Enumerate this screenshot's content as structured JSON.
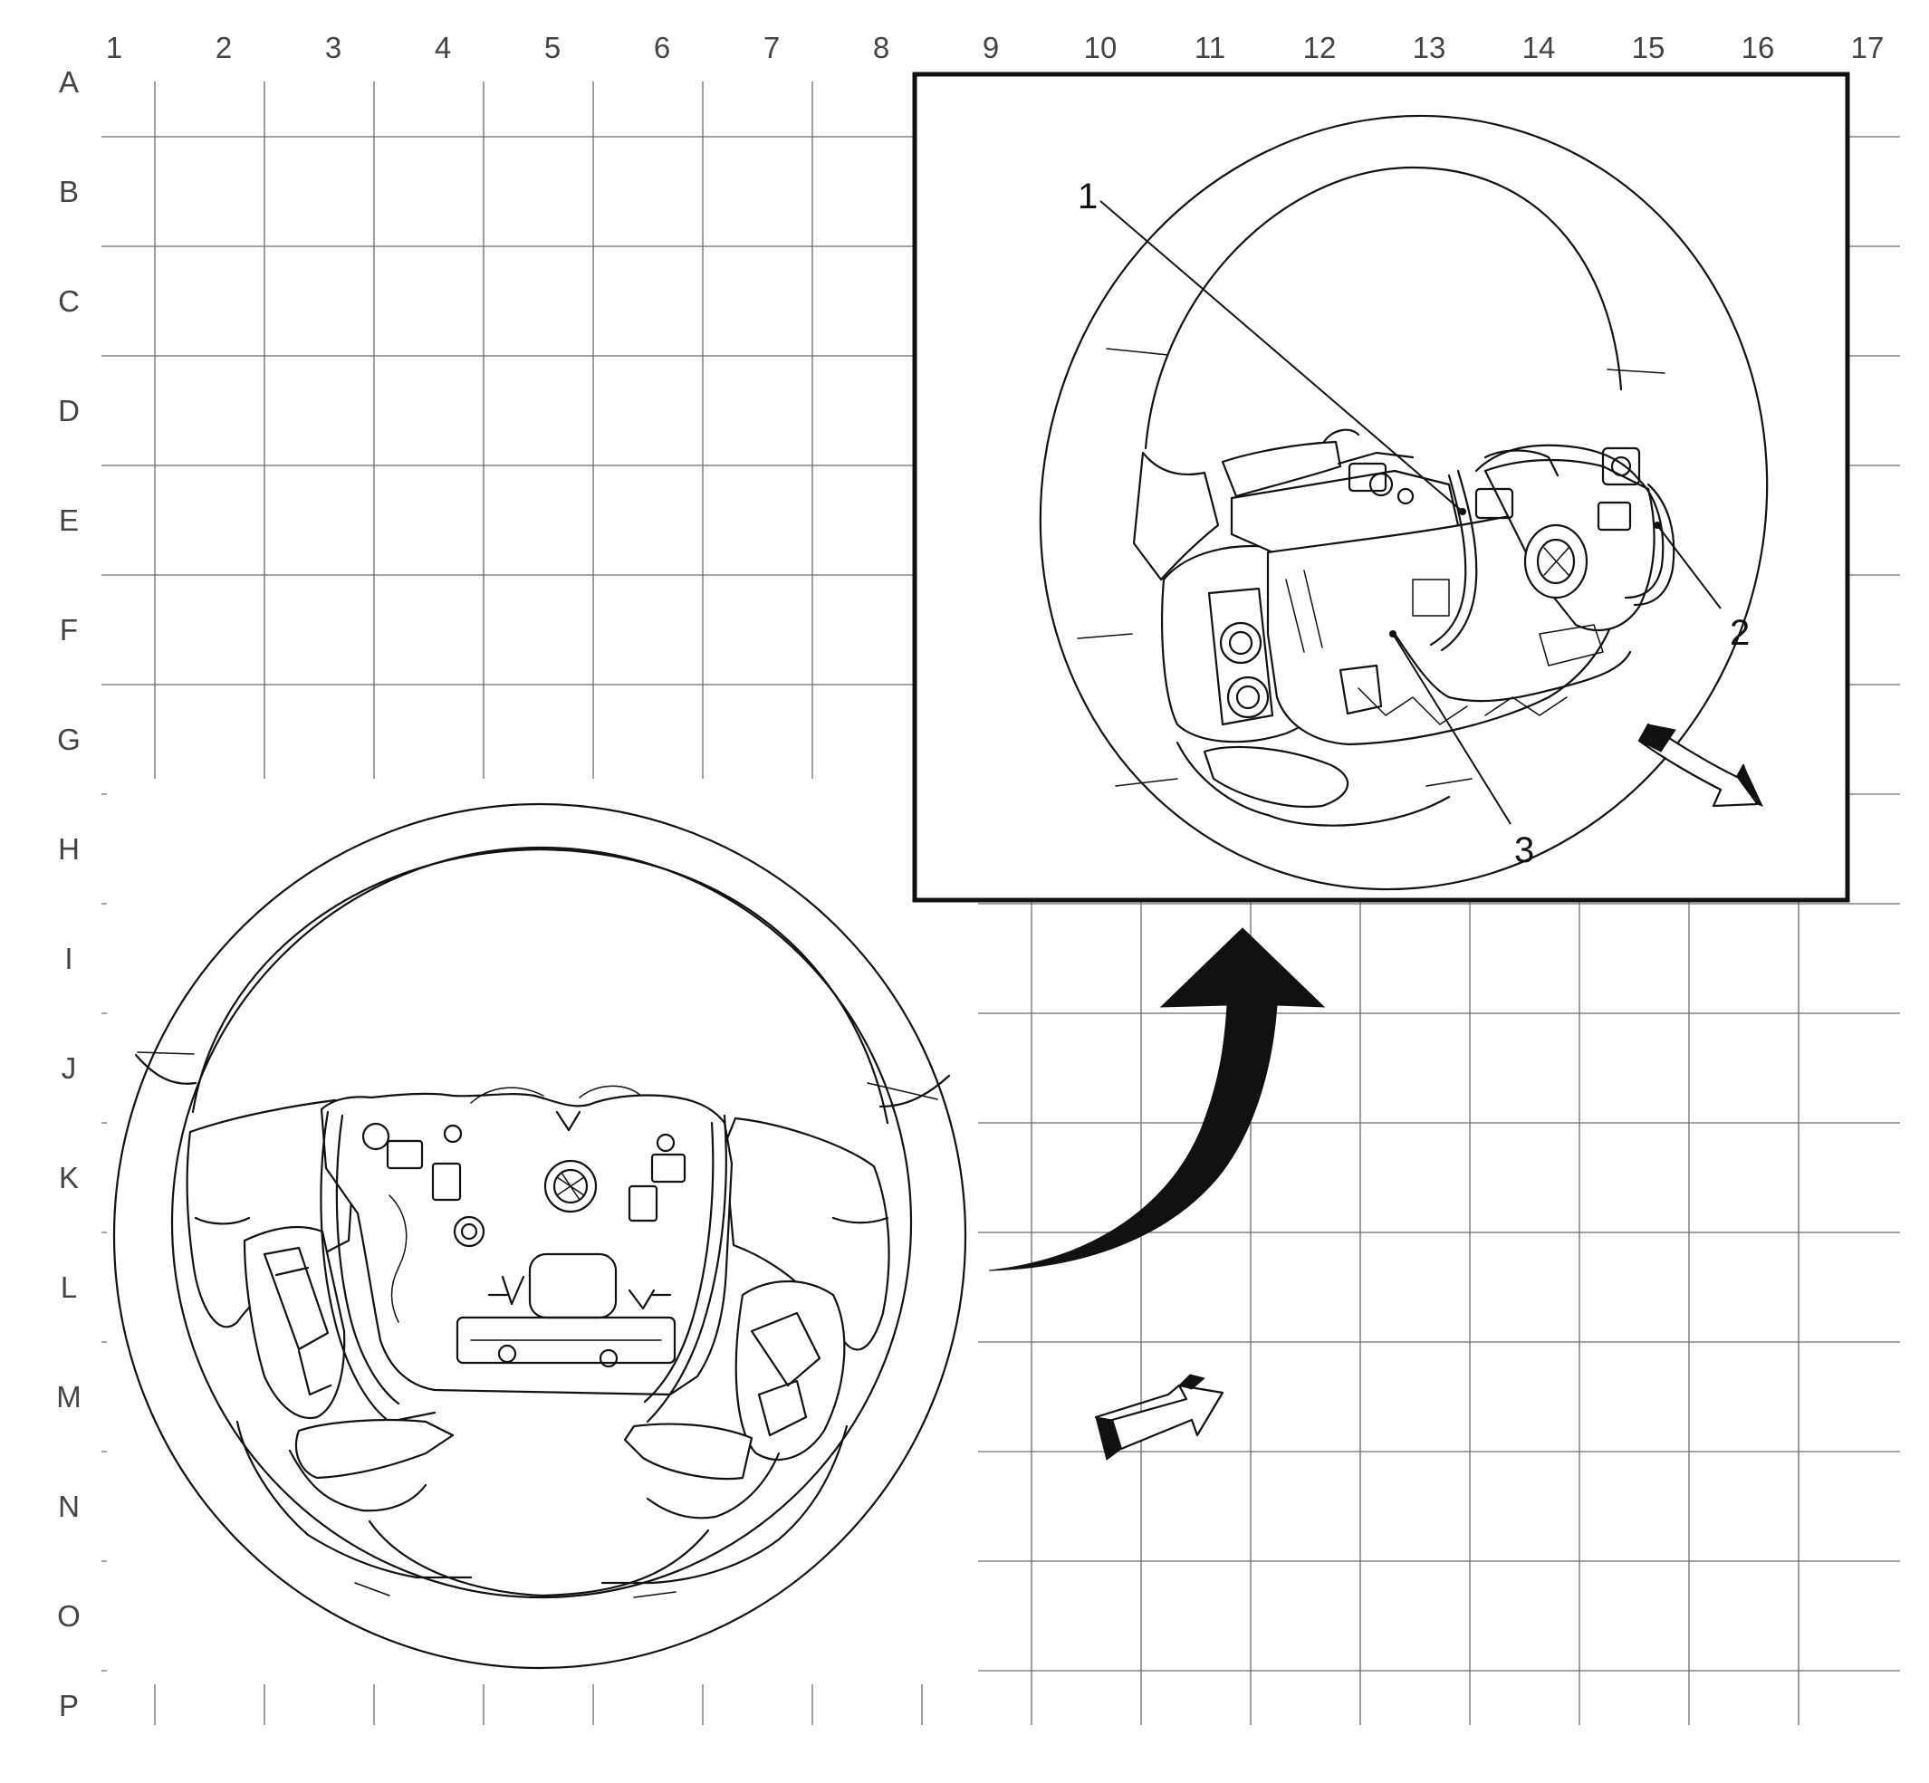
{
  "grid": {
    "columns": [
      "1",
      "2",
      "3",
      "4",
      "5",
      "6",
      "7",
      "8",
      "9",
      "10",
      "11",
      "12",
      "13",
      "14",
      "15",
      "16",
      "17"
    ],
    "rows": [
      "A",
      "B",
      "C",
      "D",
      "E",
      "F",
      "G",
      "H",
      "I",
      "J",
      "K",
      "L",
      "M",
      "N",
      "O",
      "P"
    ]
  },
  "callouts": [
    {
      "id": "1",
      "label": "1"
    },
    {
      "id": "2",
      "label": "2"
    },
    {
      "id": "3",
      "label": "3"
    }
  ],
  "icons": {
    "main_view": "steering-wheel-front-icon",
    "detail_view": "steering-wheel-rear-icon",
    "transition_arrow": "curved-arrow-icon",
    "view_direction_main": "view-direction-arrow-icon",
    "view_direction_detail": "view-direction-arrow-icon"
  },
  "colors": {
    "ink": "#111111",
    "grid": "#6a6a6a",
    "label": "#444444",
    "background": "#ffffff"
  }
}
